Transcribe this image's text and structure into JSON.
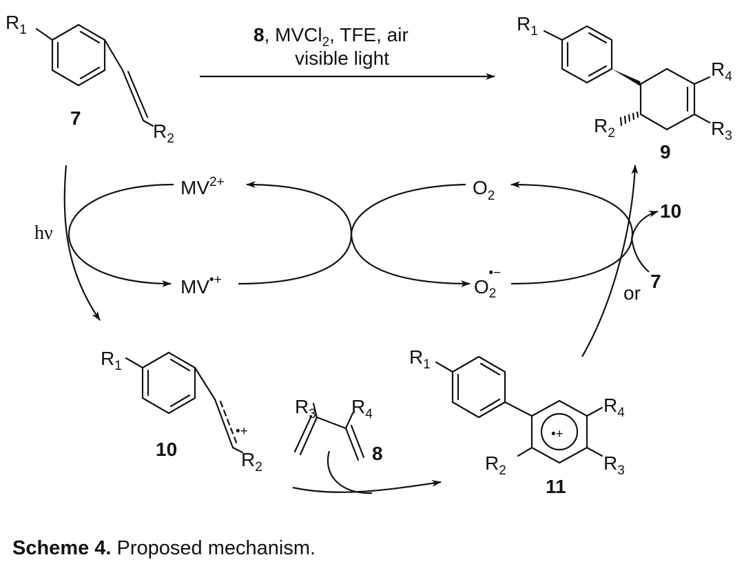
{
  "reaction": {
    "reagent_8": "8",
    "reagents_rest": ", MVCl",
    "reagents_sub": "2",
    "reagents_tail": ", TFE, air",
    "condition": "visible light"
  },
  "compounds": {
    "c7": "7",
    "c9": "9",
    "c10": "10",
    "c11": "11",
    "c8": "8",
    "c10_side": "10",
    "c7_side": "7"
  },
  "substituents": {
    "R": "R",
    "n1": "1",
    "n2": "2",
    "n3": "3",
    "n4": "4"
  },
  "cycle": {
    "mv": "MV",
    "mv_2plus": "2+",
    "mv_radical": "•+",
    "o": "O",
    "o_sub": "2",
    "o_radical": "•−",
    "hv": "hν",
    "or": "or",
    "radical_cation": "•+"
  },
  "caption": {
    "label": "Scheme 4.",
    "text": " Proposed mechanism."
  }
}
